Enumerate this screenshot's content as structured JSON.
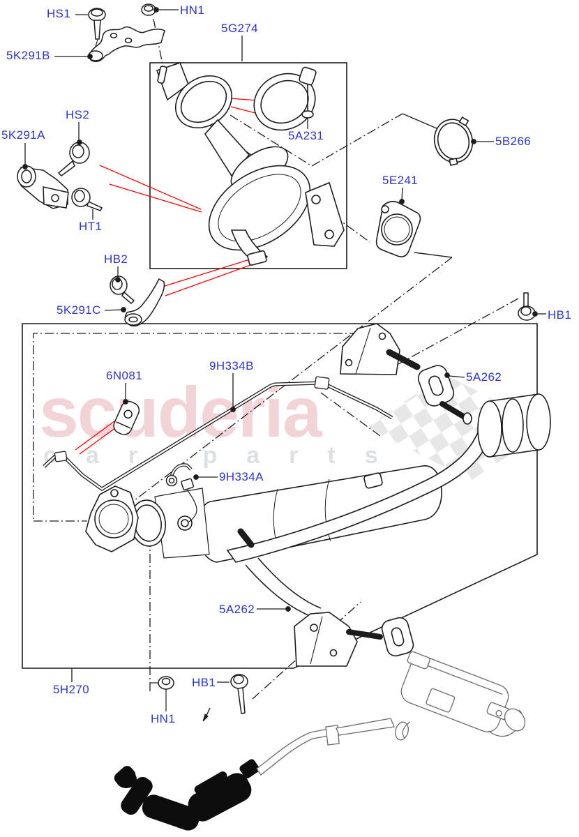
{
  "diagram": {
    "title": "exhaust-system-parts-diagram",
    "watermark": {
      "brand": "scuderia",
      "sub": "car parts"
    },
    "callouts": {
      "hs1": "HS1",
      "hn1_top": "HN1",
      "g274": "5G274",
      "k291b": "5K291B",
      "hs2": "HS2",
      "k291a": "5K291A",
      "a231": "5A231",
      "b266": "5B266",
      "e241": "5E241",
      "ht1": "HT1",
      "hb2": "HB2",
      "k291c": "5K291C",
      "hb1_top": "HB1",
      "a262_top": "5A262",
      "n081": "6N081",
      "h334b": "9H334B",
      "h334a": "9H334A",
      "a262_bottom": "5A262",
      "h270": "5H270",
      "hb1_bottom": "HB1",
      "hn1_bottom": "HN1"
    },
    "colors": {
      "label": "#2d35cf",
      "line": "#1c1c1c",
      "leader_red": "#fe0000",
      "watermark_pink": "#e7aeb6",
      "flag_gray": "#e3e3e3"
    }
  }
}
